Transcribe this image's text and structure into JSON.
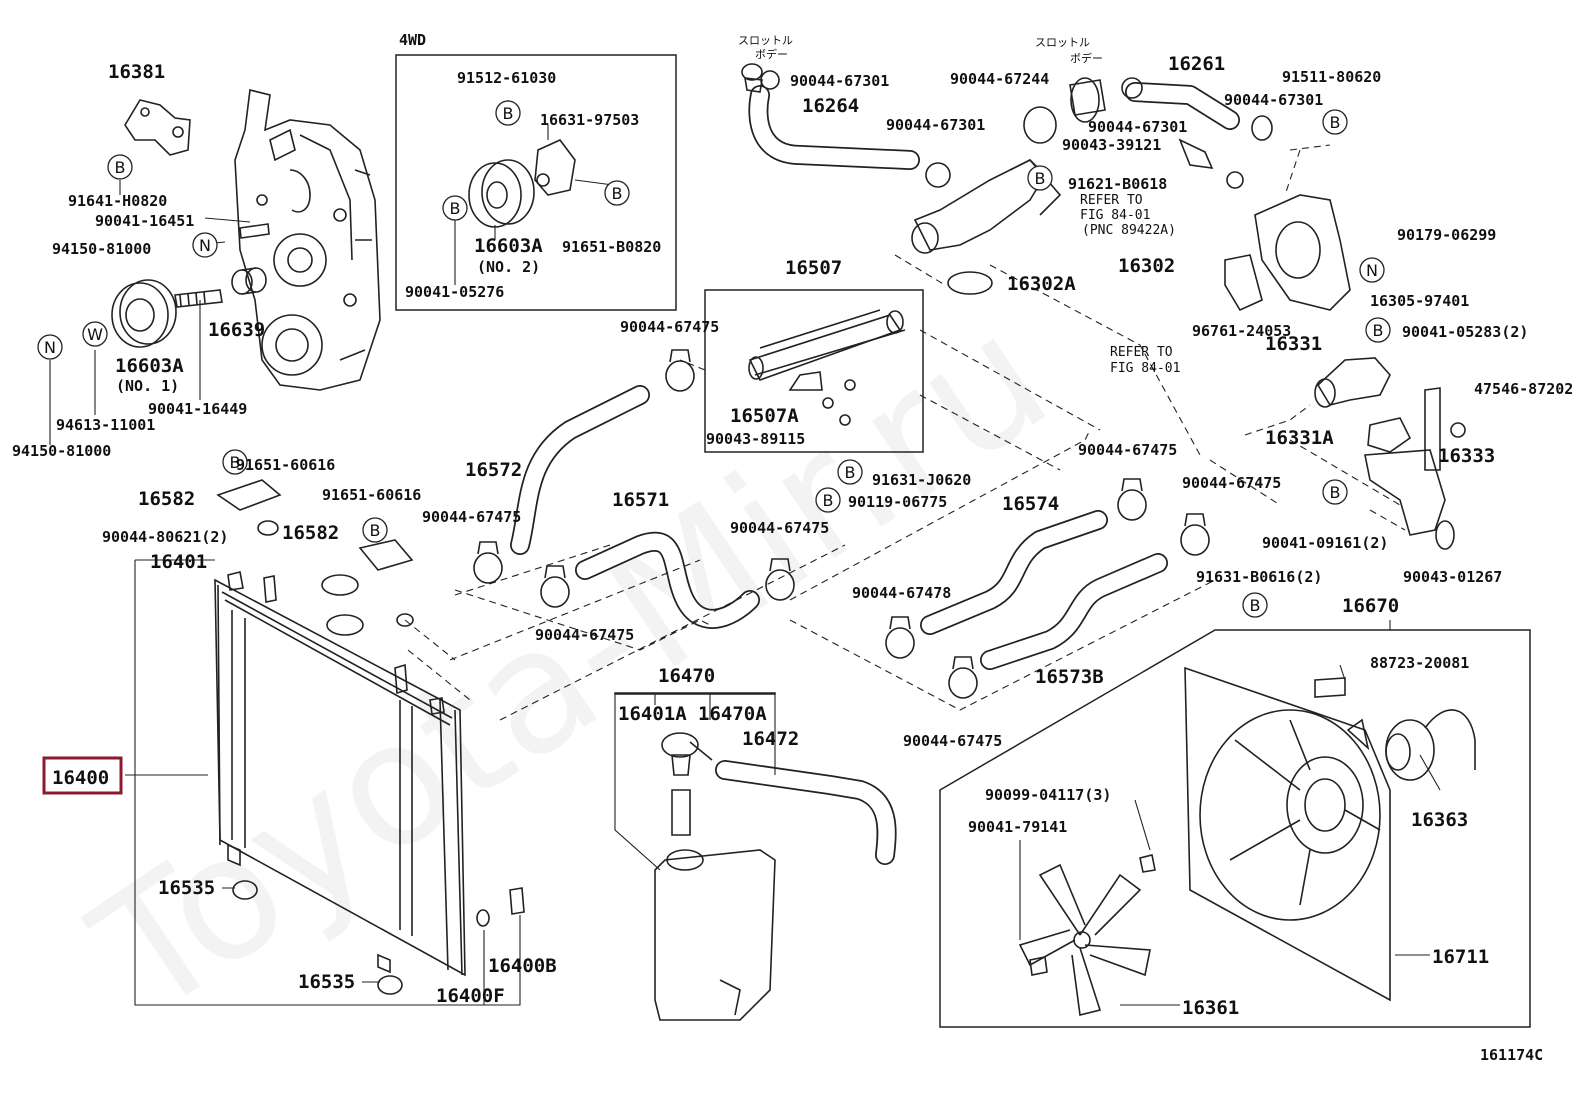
{
  "diagram_id": "161174C",
  "watermark": "Toyota-Mir.ru",
  "highlighted_part": "16400",
  "section_4wd": {
    "title": "4WD",
    "parts": [
      "91512-61030",
      "16631-97503",
      "16603A",
      "(NO. 2)",
      "91651-B0820",
      "90041-05276"
    ]
  },
  "japanese_notes": {
    "throttle_body_1": [
      "スロットル",
      "ボデー"
    ],
    "throttle_body_2": [
      "スロットル",
      "ボデー"
    ]
  },
  "refer_notes": {
    "refer_a": [
      "REFER TO",
      "FIG 84-01",
      "(PNC 89422A)"
    ],
    "refer_b": [
      "REFER TO",
      "FIG 84-01"
    ]
  },
  "callouts": [
    "B",
    "N",
    "W"
  ],
  "labels": {
    "p16381": "16381",
    "p91641_H0820": "91641-H0820",
    "p90041_16451": "90041-16451",
    "p94150_81000a": "94150-81000",
    "p16603A_no1": "16603A",
    "no1": "(NO. 1)",
    "p16639": "16639",
    "p90041_16449": "90041-16449",
    "p94613_11001": "94613-11001",
    "p94150_81000b": "94150-81000",
    "p91651_60616a": "91651-60616",
    "p16582a": "16582",
    "p90044_80621": "90044-80621(2)",
    "p91651_60616b": "91651-60616",
    "p16582b": "16582",
    "p16401": "16401",
    "p16400": "16400",
    "p16535a": "16535",
    "p16535b": "16535",
    "p16400F": "16400F",
    "p16400B": "16400B",
    "p90044_67301a": "90044-67301",
    "p16264": "16264",
    "p90044_67244": "90044-67244",
    "p16261": "16261",
    "p90044_67301b": "90044-67301",
    "p90044_67301c": "90044-67301",
    "p90043_39121": "90043-39121",
    "p91511_80620": "91511-80620",
    "p90044_67301d": "90044-67301",
    "p91621_B0618": "91621-B0618",
    "p90179_06299": "90179-06299",
    "p16302": "16302",
    "p16302A": "16302A",
    "p16305_97401": "16305-97401",
    "p96761_24053": "96761-24053",
    "p16507": "16507",
    "p90044_67475_a": "90044-67475",
    "p16507A": "16507A",
    "p90043_89115": "90043-89115",
    "p91631_J0620": "91631-J0620",
    "p90119_06775": "90119-06775",
    "p16572": "16572",
    "p90044_67475_b": "90044-67475",
    "p16571": "16571",
    "p90044_67475_c": "90044-67475",
    "p90044_67475_d": "90044-67475",
    "p16574": "16574",
    "p90044_67475_e": "90044-67475",
    "p90044_67475_f": "90044-67475",
    "p90044_67478": "90044-67478",
    "p16573B": "16573B",
    "p90044_67475_g": "90044-67475",
    "p16331": "16331",
    "p90041_05283": "90041-05283(2)",
    "p47546_87202": "47546-87202",
    "p16331A": "16331A",
    "p16333": "16333",
    "p90041_09161": "90041-09161(2)",
    "p90043_01267": "90043-01267",
    "p91631_B0616": "91631-B0616(2)",
    "p16670": "16670",
    "p88723_20081": "88723-20081",
    "p16363": "16363",
    "p90099_04117": "90099-04117(3)",
    "p90041_79141": "90041-79141",
    "p16711": "16711",
    "p16361": "16361",
    "p16470": "16470",
    "p16401A": "16401A",
    "p16470A": "16470A",
    "p16472": "16472"
  }
}
